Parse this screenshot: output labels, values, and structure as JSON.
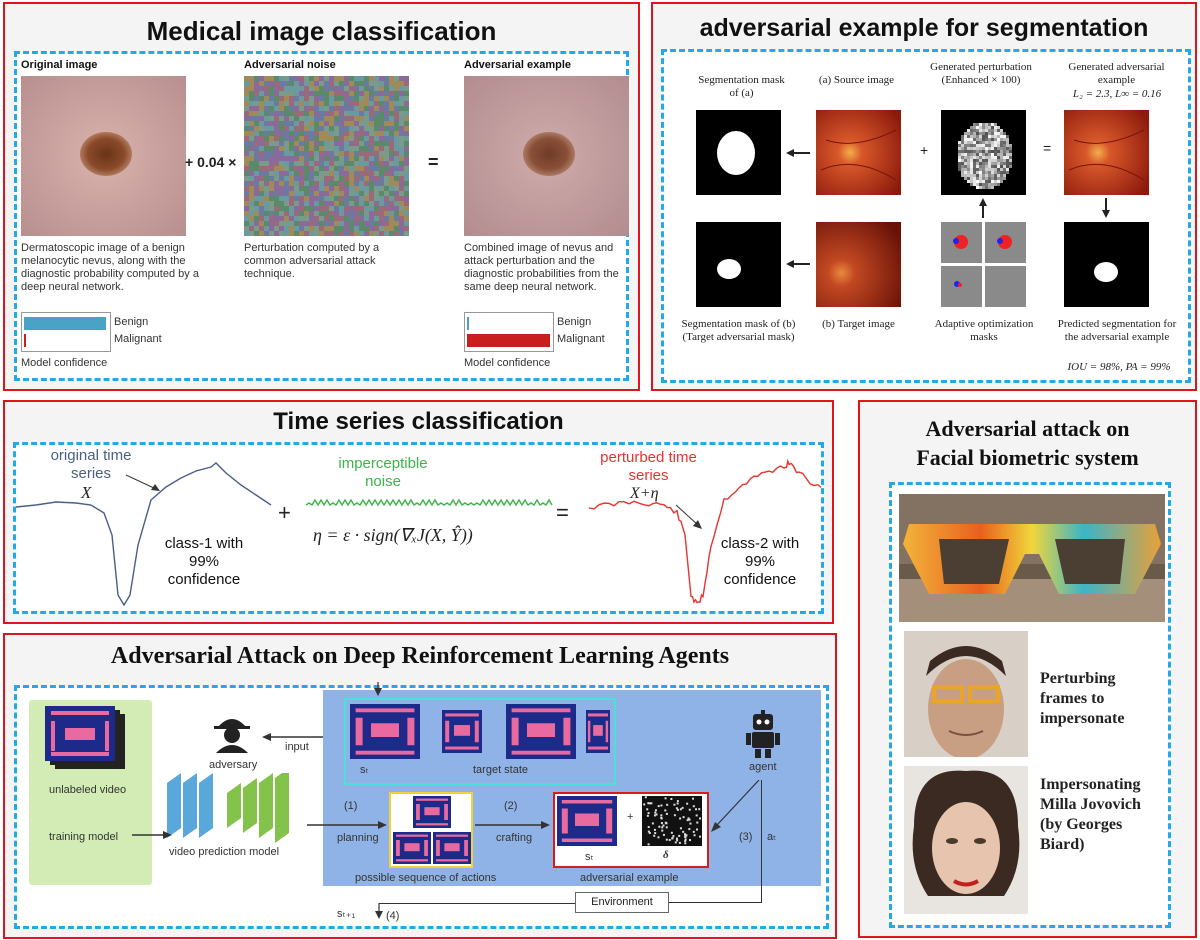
{
  "medical": {
    "title": "Medical image classification",
    "original_label": "Original image",
    "noise_label": "Adversarial noise",
    "example_label": "Adversarial example",
    "coef": "+ 0.04 ×",
    "equals": "=",
    "desc_original": "Dermatoscopic image of a benign melanocytic nevus, along with the diagnostic probability computed by a deep neural network.",
    "desc_noise": "Perturbation computed by a common adversarial attack technique.",
    "desc_example": "Combined image of nevus and attack perturbation and the diagnostic probabilities from the same deep neural network.",
    "benign": "Benign",
    "malignant": "Malignant",
    "model_confidence": "Model confidence",
    "original_confidence": {
      "benign": 0.98,
      "malignant": 0.02
    },
    "example_confidence": {
      "benign": 0.01,
      "malignant": 0.99
    },
    "colors": {
      "benign": "#4aa3c4",
      "malignant": "#c81e1e"
    }
  },
  "segmentation": {
    "title": "adversarial example for segmentation",
    "mask_a": "Segmentation mask of (a)",
    "source": "(a) Source image",
    "perturb": "Generated perturbation (Enhanced × 100)",
    "adv_example": "Generated adversarial example",
    "adv_norms": "L₂ = 2.3,  L∞ = 0.16",
    "plus": "+",
    "equals": "=",
    "mask_b": "Segmentation mask of (b) (Target adversarial mask)",
    "target": "(b) Target image",
    "adaptive": "Adaptive optimization masks",
    "predicted": "Predicted segmentation for the adversarial example",
    "metrics": "IOU = 98%,  PA = 99%"
  },
  "timeseries": {
    "title": "Time series classification",
    "original": "original time series",
    "x_symbol": "X",
    "noise": "imperceptible noise",
    "equation": "η = ε · sign(∇ₓJ(X, Ŷ))",
    "plus": "+",
    "equals": "=",
    "perturbed": "perturbed time series",
    "xeta": "X+η",
    "class1": "class-1 with 99% confidence",
    "class2": "class-2 with 99% confidence",
    "colors": {
      "original": "#4a5f86",
      "noise": "#3db34a",
      "perturbed": "#e8332f"
    }
  },
  "rl": {
    "title": "Adversarial Attack on Deep Reinforcement Learning Agents",
    "unlabeled": "unlabeled video",
    "training": "training model",
    "video_pred": "video prediction model",
    "adversary": "adversary",
    "input": "input",
    "st": "sₜ",
    "target_state": "target state",
    "agent": "agent",
    "planning_num": "(1)",
    "planning": "planning",
    "crafting_num": "(2)",
    "crafting": "crafting",
    "possible_seq": "possible sequence of actions",
    "adv_example": "adversarial example",
    "delta": "δ",
    "plus": "+",
    "step3": "(3)",
    "at": "aₜ",
    "environment": "Environment",
    "st1": "sₜ₊₁",
    "step4": "(4)"
  },
  "face": {
    "title": "Adversarial attack on Facial biometric system",
    "perturbing": "Perturbing frames to impersonate",
    "impersonating": "Impersonating Milla Jovovich (by Georges Biard)"
  }
}
